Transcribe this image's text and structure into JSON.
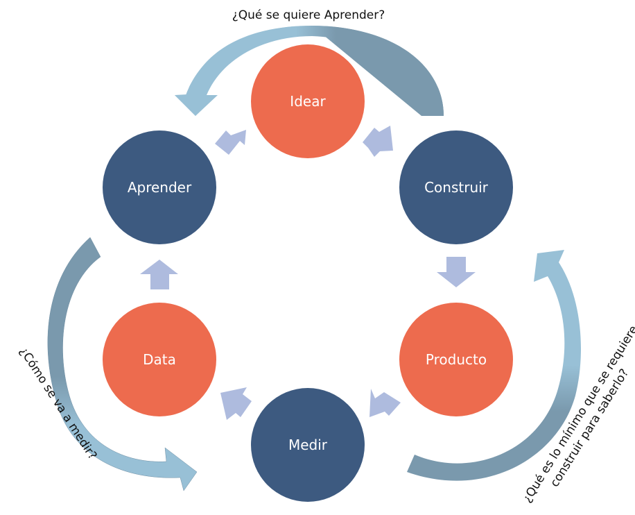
{
  "title": "Ciclo Idear-Construir-Medir-Aprender",
  "colors": {
    "orange": "#ED6B4E",
    "navy": "#3D5A80",
    "small_arrow": "#AEBBDE",
    "curve_light": "#98C0D6",
    "curve_dark": "#7A99AD"
  },
  "nodes": [
    {
      "id": "idear",
      "label": "Idear",
      "color": "orange"
    },
    {
      "id": "construir",
      "label": "Construir",
      "color": "navy"
    },
    {
      "id": "producto",
      "label": "Producto",
      "color": "orange"
    },
    {
      "id": "medir",
      "label": "Medir",
      "color": "navy"
    },
    {
      "id": "data",
      "label": "Data",
      "color": "orange"
    },
    {
      "id": "aprender",
      "label": "Aprender",
      "color": "navy"
    }
  ],
  "flow": [
    "idear",
    "construir",
    "producto",
    "medir",
    "data",
    "aprender",
    "idear"
  ],
  "questions": {
    "top": "¿Qué se quiere Aprender?",
    "left": "¿Cómo se va a medir?",
    "right_line1": "¿Qué es lo mínimo que se requiere",
    "right_line2": "construir para saberlo?"
  }
}
